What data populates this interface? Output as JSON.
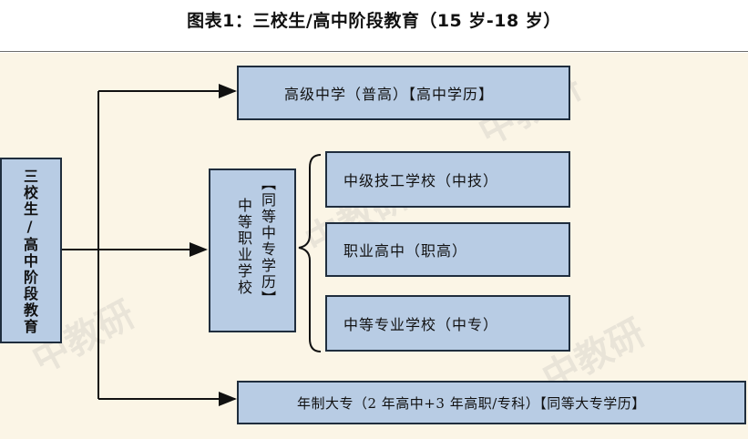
{
  "title": "图表1：三校生/高中阶段教育（15 岁-18 岁）",
  "root": "三校生/高中阶段教育",
  "branches": {
    "general": "高级中学（普高）【高中学历】",
    "secondary_label": "中等职业学校",
    "secondary_cert": "【同等中专学历】",
    "secondary_items": [
      "中级技工学校（中技）",
      "职业高中（职高）",
      "中等专业学校（中专）"
    ],
    "college": "年制大专（2 年高中+3 年高职/专科）【同等大专学历】"
  },
  "watermark": "中教研"
}
